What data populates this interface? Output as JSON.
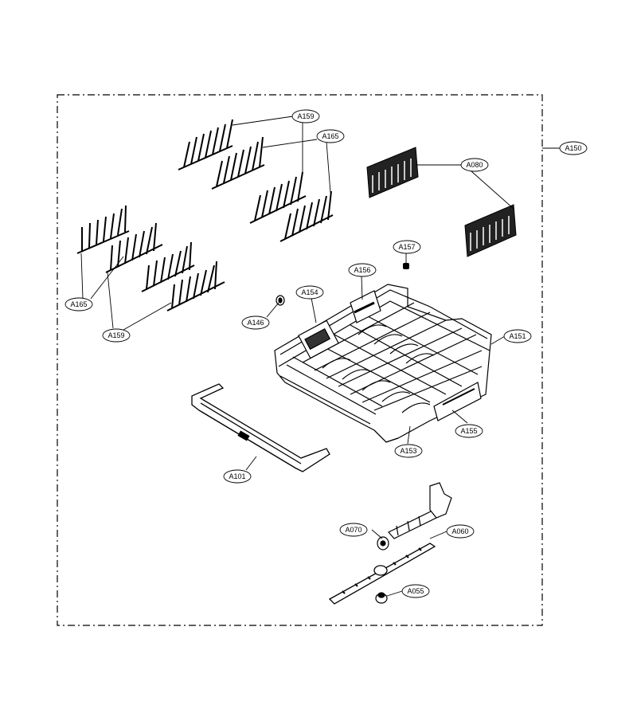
{
  "diagram": {
    "callouts": {
      "a150": "A150",
      "a159_top": "A159",
      "a165_top": "A165",
      "a080": "A080",
      "a157": "A157",
      "a156": "A156",
      "a154": "A154",
      "a146": "A146",
      "a151": "A151",
      "a165_left": "A165",
      "a159_left": "A159",
      "a155": "A155",
      "a153": "A153",
      "a101": "A101",
      "a070": "A070",
      "a060": "A060",
      "a055": "A055"
    },
    "colors": {
      "line": "#000000",
      "background": "#ffffff"
    }
  }
}
